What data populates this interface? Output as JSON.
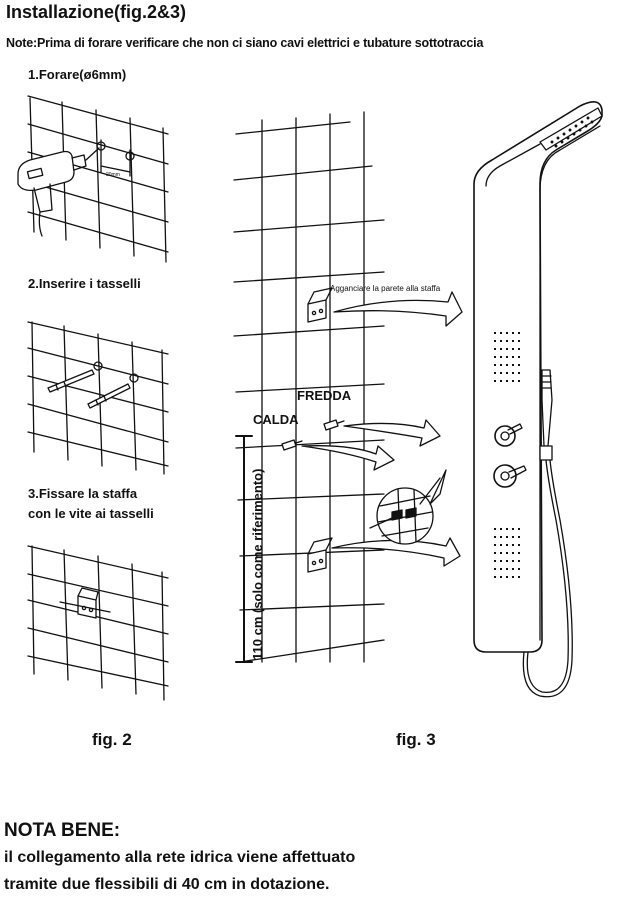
{
  "header": {
    "title": "Installazione(fig.2&3)",
    "note": "Note:Prima di forare verificare che non ci siano cavi elettrici e tubature sottotraccia"
  },
  "steps": {
    "step1": "1.Forare(ø6mm)",
    "step2": "2.Inserire i tasselli",
    "step3_line1": "3.Fissare la staffa",
    "step3_line2": "con le vite ai tasselli"
  },
  "fig2_drill": {
    "spacing_label": "20mm"
  },
  "fig3": {
    "hook_label": "Agganciare la parete alla staffa",
    "cold_label": "FREDDA",
    "hot_label": "CALDA",
    "height_label": "110 cm (solo come riferimento)"
  },
  "captions": {
    "fig2": "fig. 2",
    "fig3": "fig. 3"
  },
  "footer": {
    "title": "NOTA BENE:",
    "line1": "il collegamento alla rete idrica viene affettuato",
    "line2": "tramite  due flessibili di 40 cm in dotazione."
  }
}
